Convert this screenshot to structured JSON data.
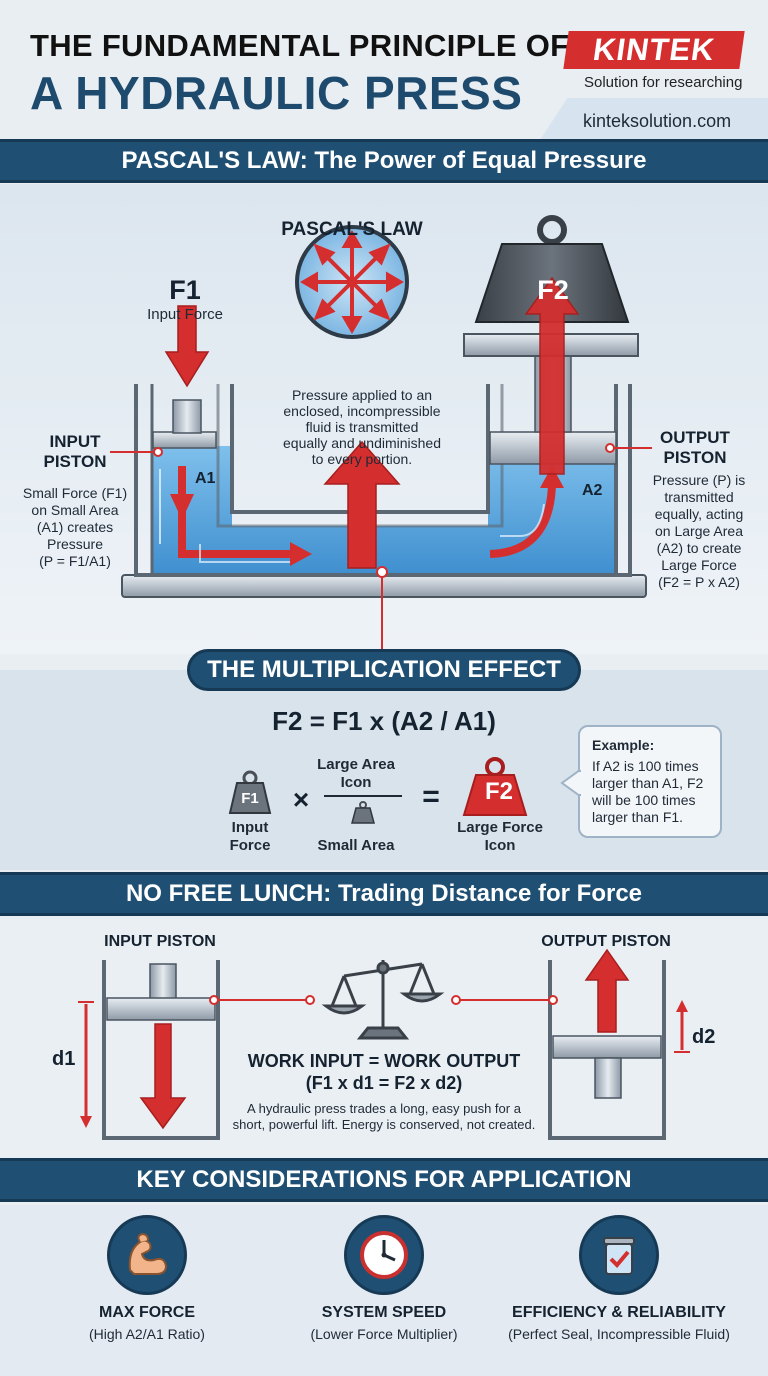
{
  "header": {
    "title_line1": "THE FUNDAMENTAL PRINCIPLE OF",
    "title_line2": "A HYDRAULIC PRESS",
    "brand": "KINTEK",
    "tagline": "Solution for researching",
    "website": "kinteksolution.com"
  },
  "pascal": {
    "banner": "PASCAL'S LAW: The Power of Equal Pressure",
    "law_title": "PASCAL'S LAW",
    "law_text": [
      "Pressure applied to an",
      "enclosed, incompressible",
      "fluid is transmitted",
      "equally and undiminished",
      "to every portion."
    ],
    "f1_label": "F1",
    "f1_sub": "Input Force",
    "f2_label": "F2",
    "a1": "A1",
    "a2": "A2",
    "input_title": [
      "INPUT",
      "PISTON"
    ],
    "input_text": [
      "Small Force (F1)",
      "on Small Area",
      "(A1) creates",
      "Pressure",
      "(P = F1/A1)"
    ],
    "output_title": [
      "OUTPUT",
      "PISTON"
    ],
    "output_text": [
      "Pressure (P) is",
      "transmitted",
      "equally, acting",
      "on Large Area",
      "(A2) to create",
      "Large Force",
      "(F2 = P x A2)"
    ]
  },
  "multiplication": {
    "banner": "THE MULTIPLICATION EFFECT",
    "formula": "F2 = F1 x (A2 / A1)",
    "input_weight": "F1",
    "input_label": [
      "Input",
      "Force"
    ],
    "times": "×",
    "equals": "=",
    "large_area": [
      "Large Area",
      "Icon"
    ],
    "small_area": "Small Area",
    "output_weight": "F2",
    "output_label": [
      "Large Force",
      "Icon"
    ],
    "example_title": "Example:",
    "example_text": [
      "If A2 is 100 times",
      "larger than A1, F2",
      "will be 100 times",
      "larger than F1."
    ]
  },
  "nofree": {
    "banner": "NO FREE LUNCH: Trading Distance for Force",
    "input_label": "INPUT PISTON",
    "output_label": "OUTPUT PISTON",
    "d1": "d1",
    "d2": "d2",
    "work_title": "WORK INPUT = WORK OUTPUT",
    "work_formula": "(F1 x d1 = F2 x d2)",
    "work_text": [
      "A hydraulic press trades a long, easy push for a",
      "short, powerful lift. Energy is conserved, not created."
    ]
  },
  "considerations": {
    "banner": "KEY CONSIDERATIONS FOR APPLICATION",
    "items": [
      {
        "title": "MAX FORCE",
        "sub": "(High A2/A1 Ratio)"
      },
      {
        "title": "SYSTEM SPEED",
        "sub": "(Lower Force Multiplier)"
      },
      {
        "title": "EFFICIENCY & RELIABILITY",
        "sub": "(Perfect Seal, Incompressible Fluid)"
      }
    ]
  },
  "colors": {
    "accent_red": "#d42e2e",
    "navy": "#1f4f72",
    "fluid_blue": "#5aa5dd"
  }
}
